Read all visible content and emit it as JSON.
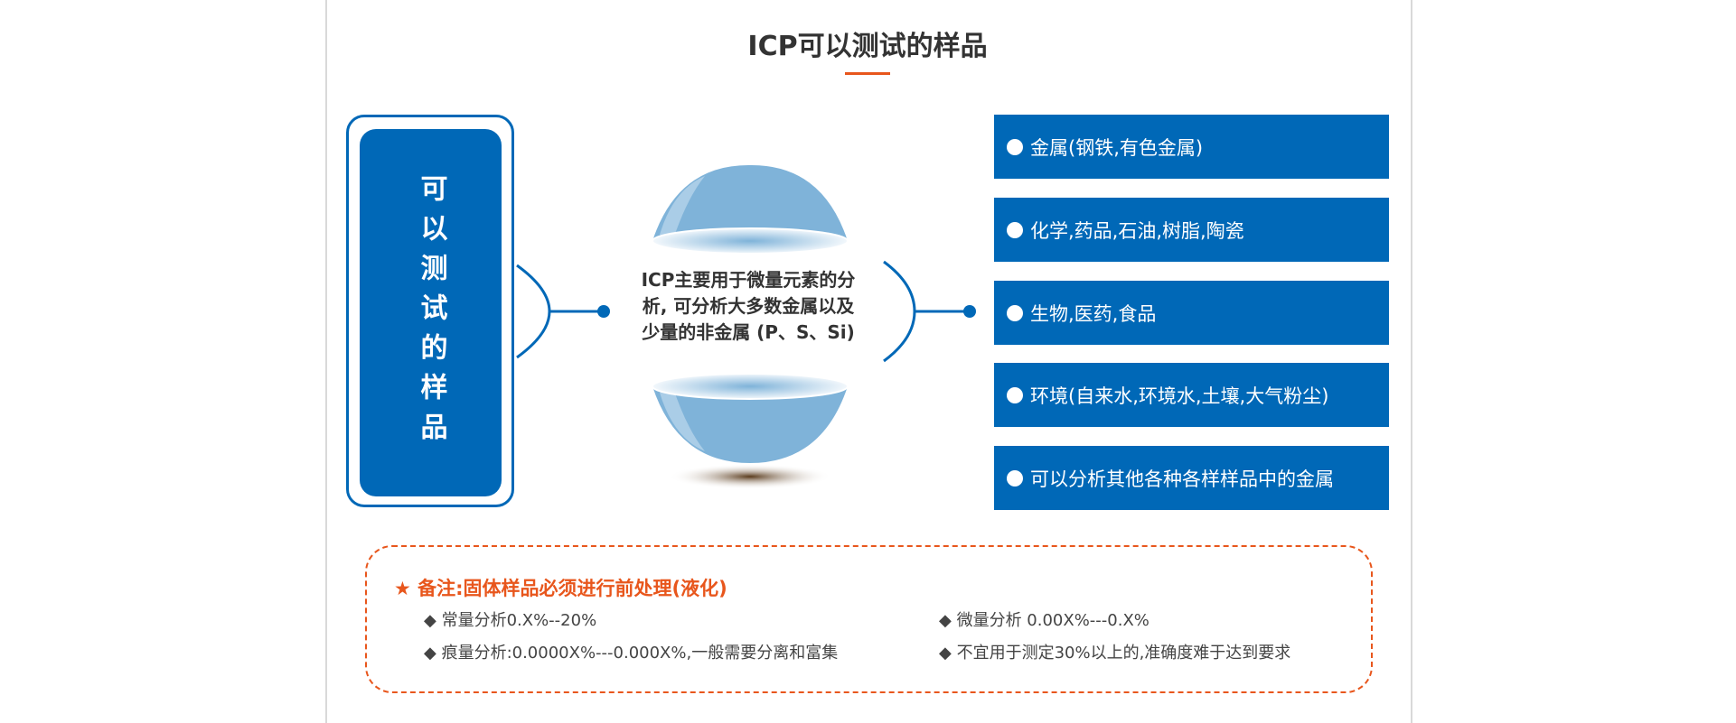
{
  "title": "ICP可以测试的样品",
  "left_panel": {
    "label": "可以测试的样品"
  },
  "center": {
    "lines": [
      "ICP主要用于微量元素的分",
      "析, 可分析大多数金属以及",
      "少量的非金属 (P、S、Si)"
    ]
  },
  "categories": [
    {
      "label": "金属(钢铁,有色金属)"
    },
    {
      "label": "化学,药品,石油,树脂,陶瓷"
    },
    {
      "label": "生物,医药,食品"
    },
    {
      "label": "环境(自来水,环境水,土壤,大气粉尘)"
    },
    {
      "label": "可以分析其他各种各样样品中的金属"
    }
  ],
  "note": {
    "heading": "★ 备注:固体样品必须进行前处理(液化)",
    "items": [
      {
        "text": "◆ 常量分析0.X%--20%"
      },
      {
        "text": "◆ 微量分析 0.00X%---0.X%"
      },
      {
        "text": "◆ 痕量分析:0.0000X%---0.000X%,一般需要分离和富集"
      },
      {
        "text": "◆ 不宜用于测定30%以上的,准确度难于达到要求"
      }
    ]
  },
  "colors": {
    "primary": "#0068b7",
    "accent": "#e8561c",
    "sphere": "#7fb3d9"
  }
}
